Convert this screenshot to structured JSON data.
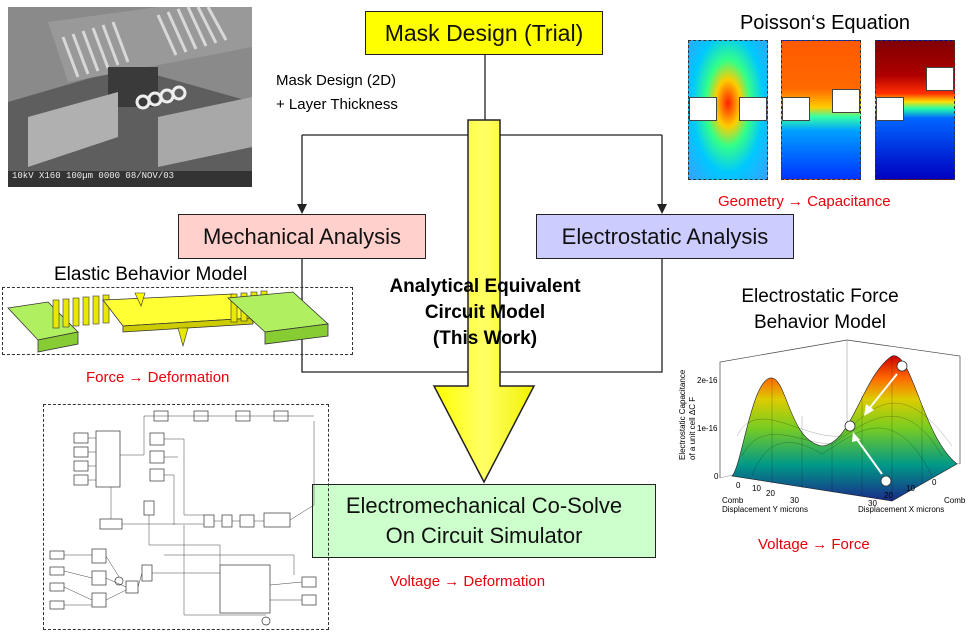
{
  "boxes": {
    "mask_design": "Mask Design (Trial)",
    "mechanical": "Mechanical Analysis",
    "electrostatic": "Electrostatic Analysis",
    "cosolve_line1": "Electromechanical Co-Solve",
    "cosolve_line2": "On Circuit Simulator"
  },
  "labels": {
    "mask_2d": "Mask Design (2D)",
    "layer_thickness": "+ Layer Thickness",
    "poisson_title": "Poisson‘s Equation",
    "geometry_capacitance": "Geometry → Capacitance",
    "elastic_model": "Elastic Behavior Model",
    "force_deformation": "Force → Deformation",
    "center_line1": "Analytical Equivalent",
    "center_line2": "Circuit Model",
    "center_line3": "(This Work)",
    "esf_line1": "Electrostatic Force",
    "esf_line2": "Behavior Model",
    "voltage_deformation": "Voltage → Deformation",
    "voltage_force": "Voltage → Force"
  },
  "sem_caption": "10kV   X160  100µm  0000  08/NOV/03",
  "plot3d": {
    "zlabel_line1": "Electrostatic Capacitance",
    "zlabel_line2": "of a unit cell ΔC  F",
    "z_ticks": [
      "2e-16",
      "1e-16",
      "0"
    ],
    "y_ticks": [
      "0",
      "10",
      "20",
      "30"
    ],
    "x_ticks": [
      "30",
      "20",
      "10",
      "0"
    ],
    "ylabel_line1": "Comb",
    "ylabel_line2": "Displacement Y  microns",
    "xlabel_line1": "Comb",
    "xlabel_line2": "Displacement X microns"
  },
  "colors": {
    "mask_fill": "#ffff00",
    "mechanical_fill": "#ffd0cc",
    "electrostatic_fill": "#ccccff",
    "cosolve_fill": "#ccffcc",
    "arrow_fill": "#ffff00",
    "caption_red": "#e8000b"
  }
}
